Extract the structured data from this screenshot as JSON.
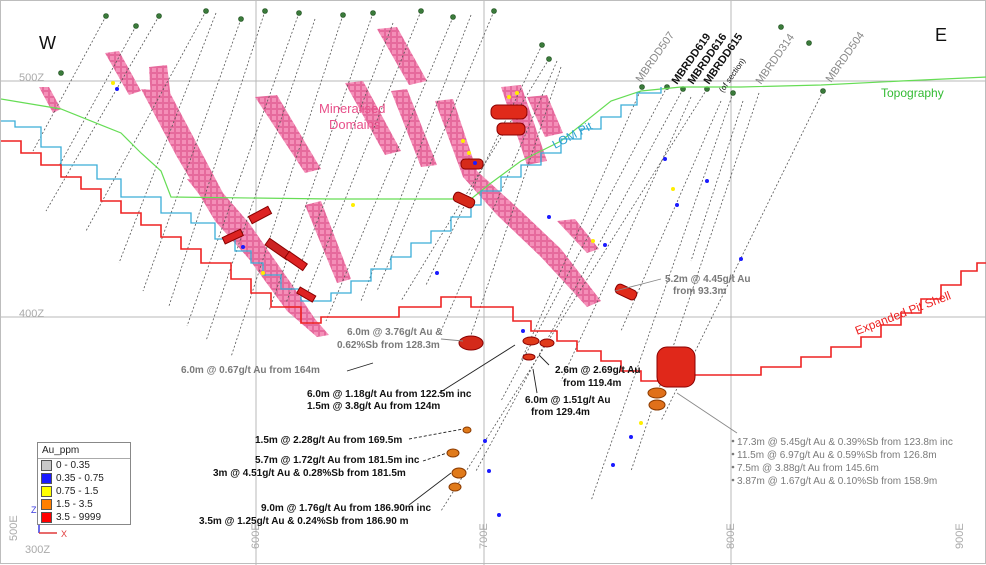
{
  "compass": {
    "west": "W",
    "east": "E"
  },
  "elevation_labels": [
    "500Z",
    "400Z",
    "300Z"
  ],
  "easting_labels": [
    "500E",
    "600E",
    "700E",
    "800E",
    "900E"
  ],
  "labels": {
    "topography": "Topography",
    "lom_pit": "LOM Pit",
    "expanded_pit": "Expanded Pit Shell",
    "mineralised_1": "Mineralised",
    "mineralised_2": "Domains"
  },
  "holes": [
    "MBRDD507",
    "MBRDD619",
    "MBRDD616",
    "MBRDD615",
    "(of section)",
    "MBRDD314",
    "MBRDD504"
  ],
  "annotations": {
    "a1": [
      "5.2m @ 4.45g/t Au",
      "from 93.3m"
    ],
    "a2": [
      "6.0m @ 3.76g/t Au &",
      "0.62%Sb from 128.3m"
    ],
    "a3": [
      "6.0m @ 0.67g/t Au from 164m"
    ],
    "a4": [
      "2.6m @ 2.69g/t Au",
      "from 119.4m"
    ],
    "a5": [
      "6.0m @ 1.18g/t Au from 122.5m inc",
      "1.5m @ 3.8g/t Au from 124m"
    ],
    "a6": [
      "6.0m @ 1.51g/t Au",
      "from 129.4m"
    ],
    "a7": [
      "1.5m @ 2.28g/t Au from 169.5m"
    ],
    "a8": [
      "5.7m @ 1.72g/t Au from 181.5m inc",
      "3m @ 4.51g/t Au & 0.28%Sb from 181.5m"
    ],
    "a9": [
      "9.0m @ 1.76g/t Au from 186.90m inc",
      "3.5m @ 1.25g/t Au & 0.24%Sb from 186.90 m"
    ],
    "a10": [
      "17.3m @ 5.45g/t Au & 0.39%Sb from 123.8m inc",
      "11.5m @ 6.97g/t Au & 0.59%Sb from 126.8m",
      "7.5m @ 3.88g/t Au from 145.6m",
      "3.87m @ 1.67g/t Au & 0.10%Sb from 158.9m"
    ]
  },
  "legend": {
    "title": "Au_ppm",
    "items": [
      {
        "label": "0  - 0.35",
        "color": "#c8c8c8"
      },
      {
        "label": "0.35 - 0.75",
        "color": "#1a1aff"
      },
      {
        "label": "0.75 -  1.5",
        "color": "#ffff00"
      },
      {
        "label": "1.5  - 3.5",
        "color": "#ff7f00"
      },
      {
        "label": "3.5 - 9999",
        "color": "#ff0000"
      }
    ]
  },
  "axes_glyph": {
    "z": "Z",
    "x": "X"
  }
}
